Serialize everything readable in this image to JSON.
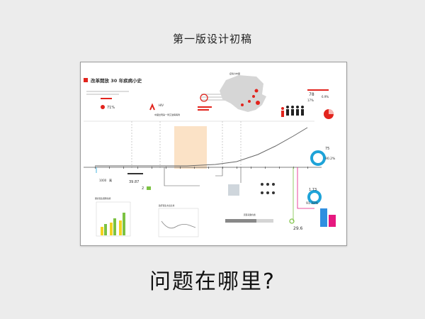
{
  "slide": {
    "title": "第一版设计初稿",
    "question": "问题在哪里?"
  },
  "poster": {
    "heading": "改革開放 30 年疾病小史",
    "map_title": "疫情分布图",
    "stat_71": "71%",
    "stat_hiv": "HIV",
    "stat_mid": "中國出現第一例艾滋病病例",
    "num_1000": "1000",
    "unit_wan": "萬",
    "num_3987": "39.87",
    "num_2": "2",
    "num_78": "78",
    "pct_17": "17%",
    "pct_69": "6.9%",
    "num_75": "75",
    "pct_902": "90.2%",
    "num_173": "1.73",
    "pct_9132": "91.32%",
    "num_296": "29.6",
    "bar_chart_title": "國家衛生服務指標",
    "line_chart_title": "政府衛生支出比重",
    "gray_bar_label": "居民就醫負擔"
  },
  "colors": {
    "accent_red": "#e2241d",
    "accent_cyan": "#1ea3d8",
    "accent_green": "#7cc242",
    "accent_yellow": "#f4d21f",
    "accent_magenta": "#e6187f",
    "accent_blue": "#2f8fe0",
    "highlight_peach": "#fbe2c6"
  }
}
